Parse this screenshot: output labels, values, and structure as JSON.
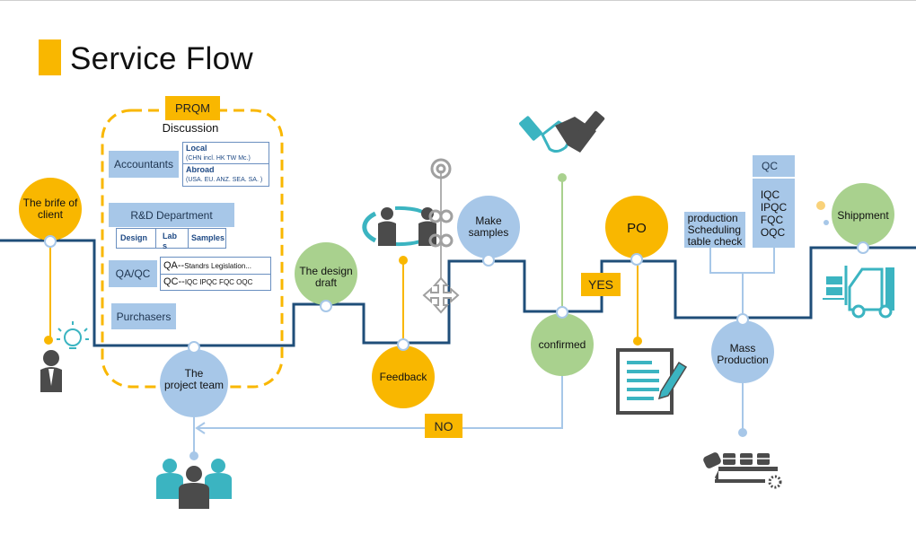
{
  "title": "Service Flow",
  "colors": {
    "yellow": "#F9B700",
    "green": "#A9D18E",
    "blue": "#A7C7E8",
    "line": "#1F4E79",
    "teal": "#3BB4C1",
    "gray": "#4B4B4B"
  },
  "nodes": {
    "brief": "The brife of\nclient",
    "project_team": "The\nproject team",
    "design_draft": "The design\ndraft",
    "feedback": "Feedback",
    "make_samples": "Make\nsamples",
    "confirmed": "confirmed",
    "po": "PO",
    "mass_production": "Mass\nProduction",
    "shipment": "Shippment"
  },
  "prqm": {
    "label": "PRQM",
    "discussion": "Discussion",
    "accountants": "Accountants",
    "local_title": "Local",
    "local_sub": "(CHN incl. HK TW Mc.)",
    "abroad_title": "Abroad",
    "abroad_sub": "(USA. EU. ANZ. SEA. SA. )",
    "rd": "R&D Department",
    "rd_subs": [
      "Design",
      "Lab\ns",
      "Samples"
    ],
    "qaqc": "QA/QC",
    "qa_prefix": "QA--",
    "qa_text": "Standrs Legislation...",
    "qc_prefix": "QC--",
    "qc_text": "IQC  IPQC FQC  OQC",
    "purchasers": "Purchasers"
  },
  "qc_box": {
    "title": "QC",
    "items": "IQC\nIPQC\nFQC\nOQC"
  },
  "production_box": "production\nScheduling\ntable check",
  "yes_label": "YES",
  "no_label": "NO",
  "icons": [
    "client-person-icon",
    "idea-bulb-icon",
    "team-icon",
    "discussion-people-icon",
    "gear-cycle-icon",
    "move-arrows-icon",
    "handshake-icon",
    "document-pen-icon",
    "conveyor-icon",
    "forklift-icon"
  ]
}
